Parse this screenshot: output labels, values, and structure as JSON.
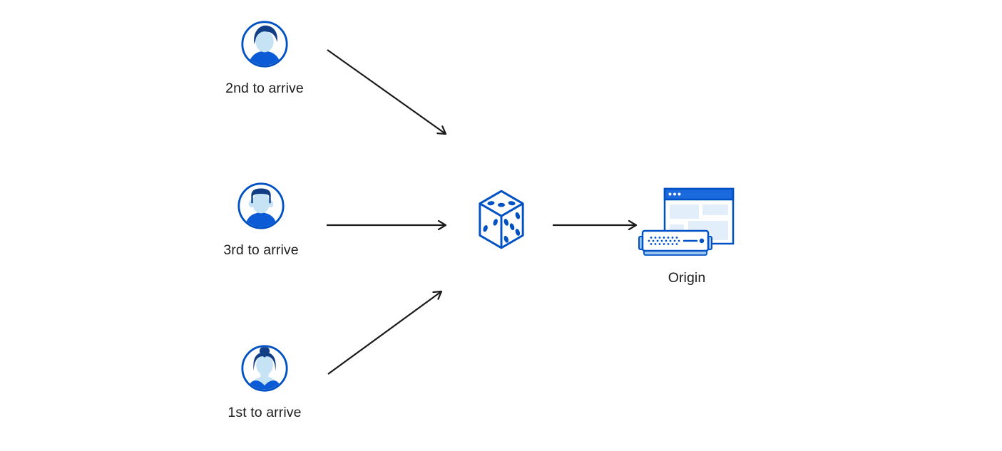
{
  "diagram": {
    "title": "load-balancing-random-steering-diagram",
    "background": "#ffffff",
    "colors": {
      "primary_blue": "#0051c3",
      "shirt_blue": "#0b5bd6",
      "titlebar_blue": "#1a69dd",
      "hair_navy": "#123e85",
      "face_light_blue": "#c6e3f5",
      "panel_light_blue": "#e2eef9",
      "server_base_blue": "#9cc6ef",
      "arrow_black": "#1a1a1a",
      "text": "#1d1d1f"
    },
    "nodes": {
      "user_second": {
        "label": "2nd to arrive",
        "icon": "person-avatar-male-quiff"
      },
      "user_third": {
        "label": "3rd to arrive",
        "icon": "person-avatar-male-flattop"
      },
      "user_first": {
        "label": "1st to arrive",
        "icon": "person-avatar-female-bun"
      },
      "dice": {
        "icon": "dice-icon"
      },
      "origin": {
        "label": "Origin",
        "icon": "origin-browser-and-server"
      }
    },
    "edges": [
      {
        "from": "user_second",
        "to": "dice"
      },
      {
        "from": "user_third",
        "to": "dice"
      },
      {
        "from": "user_first",
        "to": "dice"
      },
      {
        "from": "dice",
        "to": "origin"
      }
    ]
  }
}
